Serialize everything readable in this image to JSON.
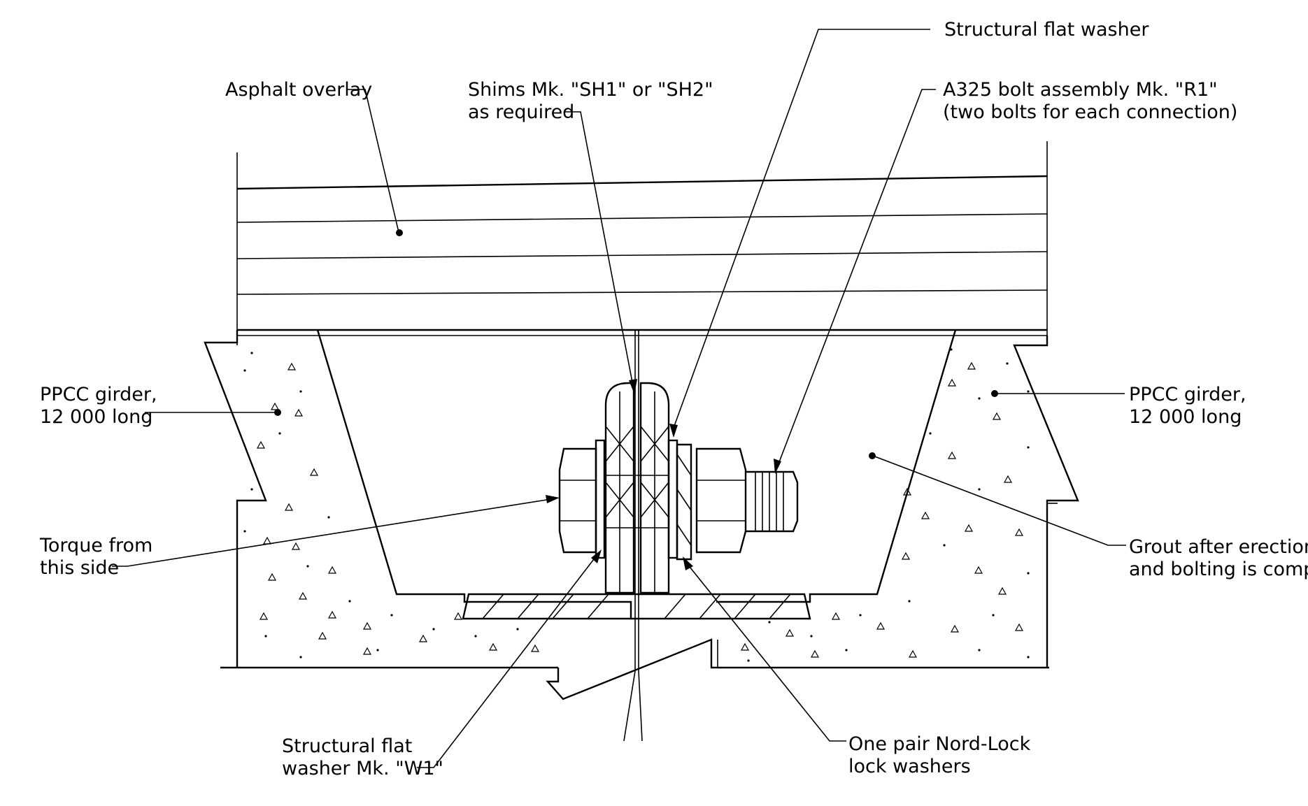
{
  "labels": {
    "structural_flat_washer": "Structural flat washer",
    "asphalt_overlay": "Asphalt overlay",
    "shims_line1": "Shims Mk. \"SH1\" or \"SH2\"",
    "shims_line2": "as required",
    "bolt_line1": "A325 bolt assembly Mk. \"R1\"",
    "bolt_line2": "(two bolts for each connection)",
    "girder_left_line1": "PPCC girder,",
    "girder_left_line2": "12 000 long",
    "girder_right_line1": "PPCC girder,",
    "girder_right_line2": "12 000 long",
    "torque_line1": "Torque from",
    "torque_line2": "this side",
    "grout_line1": "Grout after erection",
    "grout_line2": "and bolting is comple",
    "washer_w1_line1": "Structural flat",
    "washer_w1_line2": "washer Mk. \"W1\"",
    "nordlock_line1": "One pair Nord-Lock",
    "nordlock_line2": "lock washers"
  },
  "colors": {
    "line": "#000000",
    "background": "#ffffff"
  }
}
